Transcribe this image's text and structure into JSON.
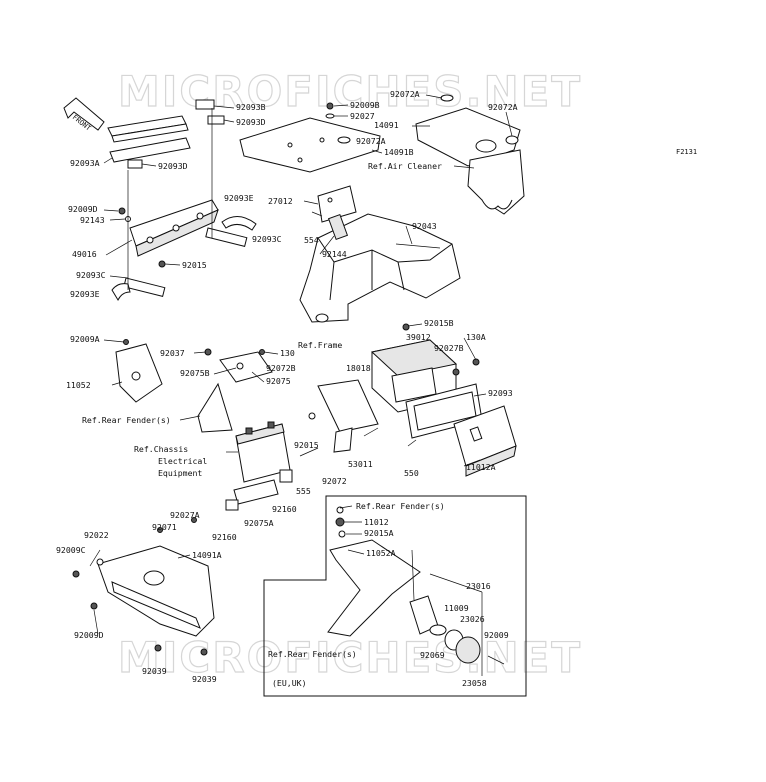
{
  "watermark": "MICROFICHES.NET",
  "fig_code": "F2131",
  "front_label": "FRONT",
  "labels": {
    "p92072a_1": "92072A",
    "p92009b": "92009B",
    "p92027_1": "92027",
    "p14091": "14091",
    "p92072a_2": "92072A",
    "p92072a_3": "92072A",
    "p14091b": "14091B",
    "ref_air_cleaner": "Ref.Air Cleaner",
    "p92093b": "92093B",
    "p92093d_1": "92093D",
    "p92093a": "92093A",
    "p92093d_2": "92093D",
    "p92093e_1": "92093E",
    "p92093c_1": "92093C",
    "p92009d_1": "92009D",
    "p92143": "92143",
    "p49016": "49016",
    "p92015_1": "92015",
    "p92093c_2": "92093C",
    "p92093e_2": "92093E",
    "p27012": "27012",
    "p554": "554",
    "p92144": "92144",
    "p92043": "92043",
    "ref_frame": "Ref.Frame",
    "p92015b": "92015B",
    "p39012": "39012",
    "p130a": "130A",
    "p92027b": "92027B",
    "p92009a": "92009A",
    "p92037": "92037",
    "p130": "130",
    "p92072b": "92072B",
    "p92075b": "92075B",
    "p92075": "92075",
    "p18018": "18018",
    "p92093": "92093",
    "p11052": "11052",
    "ref_rear_fender_1": "Ref.Rear Fender(s)",
    "ref_chassis_1": "Ref.Chassis",
    "ref_chassis_2": "Electrical",
    "ref_chassis_3": "Equipment",
    "p92015_2": "92015",
    "p53011": "53011",
    "p550": "550",
    "p11012a": "11012A",
    "p92072": "92072",
    "p555": "555",
    "p92160_1": "92160",
    "p92075a": "92075A",
    "p92160_2": "92160",
    "p92027a": "92027A",
    "p92071": "92071",
    "p92022": "92022",
    "p14091a": "14091A",
    "p92009c": "92009C",
    "p92009d_2": "92009D",
    "p92039_1": "92039",
    "p92039_2": "92039",
    "ref_rear_fender_2": "Ref.Rear Fender(s)",
    "p11012": "11012",
    "p92015a": "92015A",
    "p11052a": "11052A",
    "p23016": "23016",
    "p11009": "11009",
    "p23026": "23026",
    "p92009": "92009",
    "p92069": "92069",
    "ref_rear_fender_3": "Ref.Rear Fender(s)",
    "eu_uk": "(EU,UK)",
    "p23058": "23058"
  }
}
